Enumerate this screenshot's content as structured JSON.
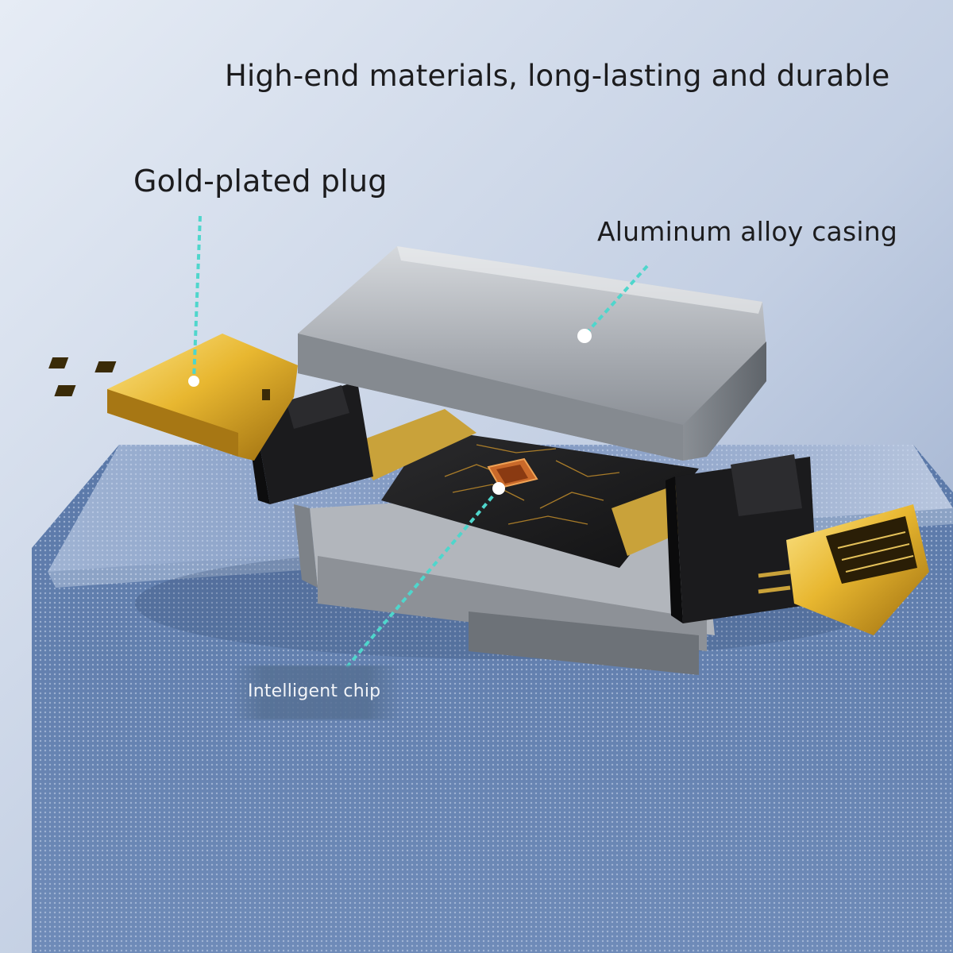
{
  "headline": "High-end materials, long-lasting and durable",
  "callouts": {
    "plug": "Gold-plated plug",
    "casing": "Aluminum alloy casing",
    "chip": "Intelligent chip"
  },
  "colors": {
    "background": "#c9d4e6",
    "callout_line": "#4fd6cc",
    "gold": "#e8b730",
    "aluminum": "#a9adb3",
    "pedestal": "#5f7fae"
  }
}
